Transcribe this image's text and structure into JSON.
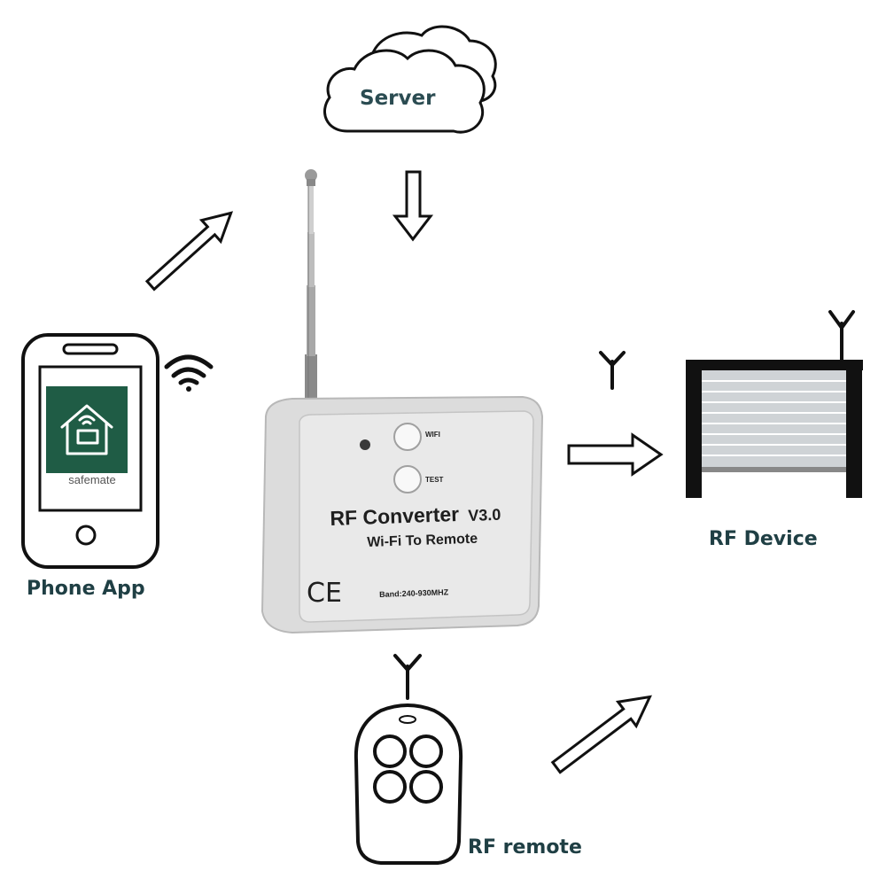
{
  "nodes": {
    "server": {
      "label": "Server"
    },
    "phone": {
      "label": "Phone App",
      "app_name": "safemate"
    },
    "device": {
      "label": "RF Device"
    },
    "remote": {
      "label": "RF remote"
    }
  },
  "converter": {
    "title": "RF Converter",
    "version": "V3.0",
    "subtitle": "Wi-Fi To Remote",
    "wifi_button": "WIFI",
    "test_button": "TEST",
    "band": "Band:240-930MHZ",
    "mark": "CE"
  },
  "colors": {
    "app_tile": "#1f5c45",
    "label_text": "#1f3f44",
    "device_body": "#e4e4e4"
  }
}
